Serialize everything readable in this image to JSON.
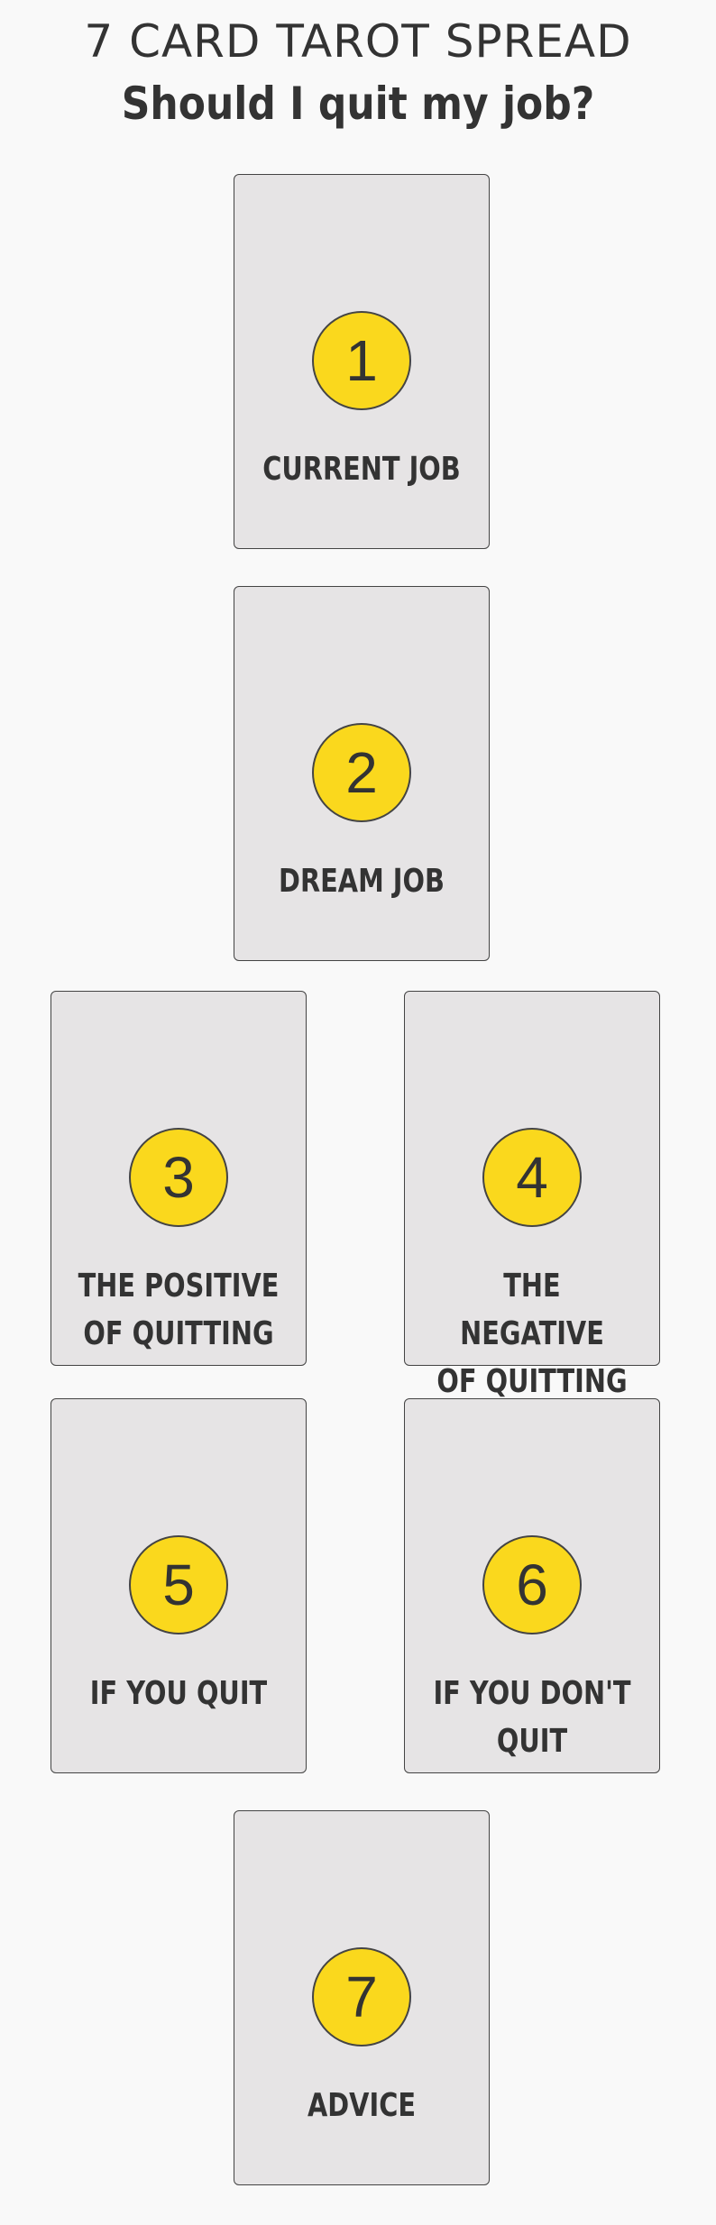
{
  "header": {
    "title": "7 CARD TAROT SPREAD",
    "subtitle": "Should I quit my job?"
  },
  "cards": [
    {
      "number": "1",
      "label": "CURRENT JOB"
    },
    {
      "number": "2",
      "label": "DREAM JOB"
    },
    {
      "number": "3",
      "label_line1": "THE POSITIVE",
      "label_line2": "OF QUITTING"
    },
    {
      "number": "4",
      "label_line1": "THE NEGATIVE",
      "label_line2": "OF QUITTING"
    },
    {
      "number": "5",
      "label": "IF YOU QUIT"
    },
    {
      "number": "6",
      "label_line1": "IF YOU DON'T",
      "label_line2": "QUIT"
    },
    {
      "number": "7",
      "label": "ADVICE"
    }
  ],
  "colors": {
    "background": "#f9f9f9",
    "card_fill": "#e6e4e5",
    "badge_fill": "#fad81d",
    "text": "#333333"
  }
}
